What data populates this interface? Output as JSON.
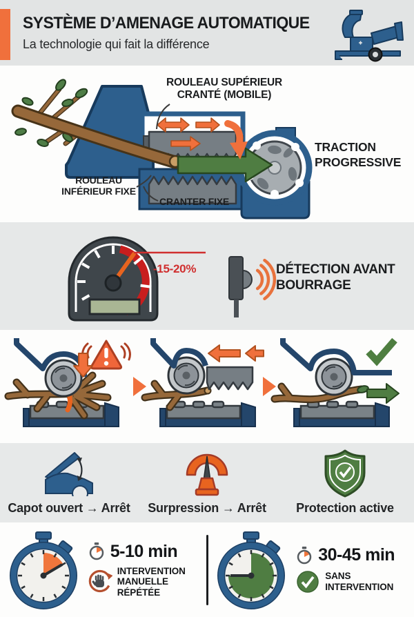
{
  "header": {
    "title": "SYSTÈME D’AMENAGE AUTOMATIQUE",
    "subtitle": "La technologie qui fait la différence"
  },
  "feed_section": {
    "top_roller_label": "ROULEAU SUPÉRIEUR CRANTÉ (MOBILE)",
    "bottom_roller_label": "ROULEAU INFÉRIEUR FIXE",
    "fixed_track_label": "CRANTER FIXE",
    "traction_label": "TRACTION PROGRESSIVE"
  },
  "detection_section": {
    "reduction_value": "-15-20%",
    "label": "DÉTECTION AVANT BOURRAGE"
  },
  "safety_section": {
    "items": [
      {
        "label": "Capot ouvert → Arrêt"
      },
      {
        "label": "Surpression → Arrêt"
      },
      {
        "label": "Protection active"
      }
    ]
  },
  "comparison_section": {
    "manual": {
      "time": "5-10 min",
      "label": "INTERVENTION MANUELLE RÉPÉTÉE"
    },
    "auto": {
      "time": "30-45 min",
      "label": "SANS INTERVENTION"
    }
  },
  "colors": {
    "accent_orange": "#f0703c",
    "machine_blue": "#2d5f8d",
    "success_green": "#4f7d42",
    "alert_red": "#cc2020"
  }
}
